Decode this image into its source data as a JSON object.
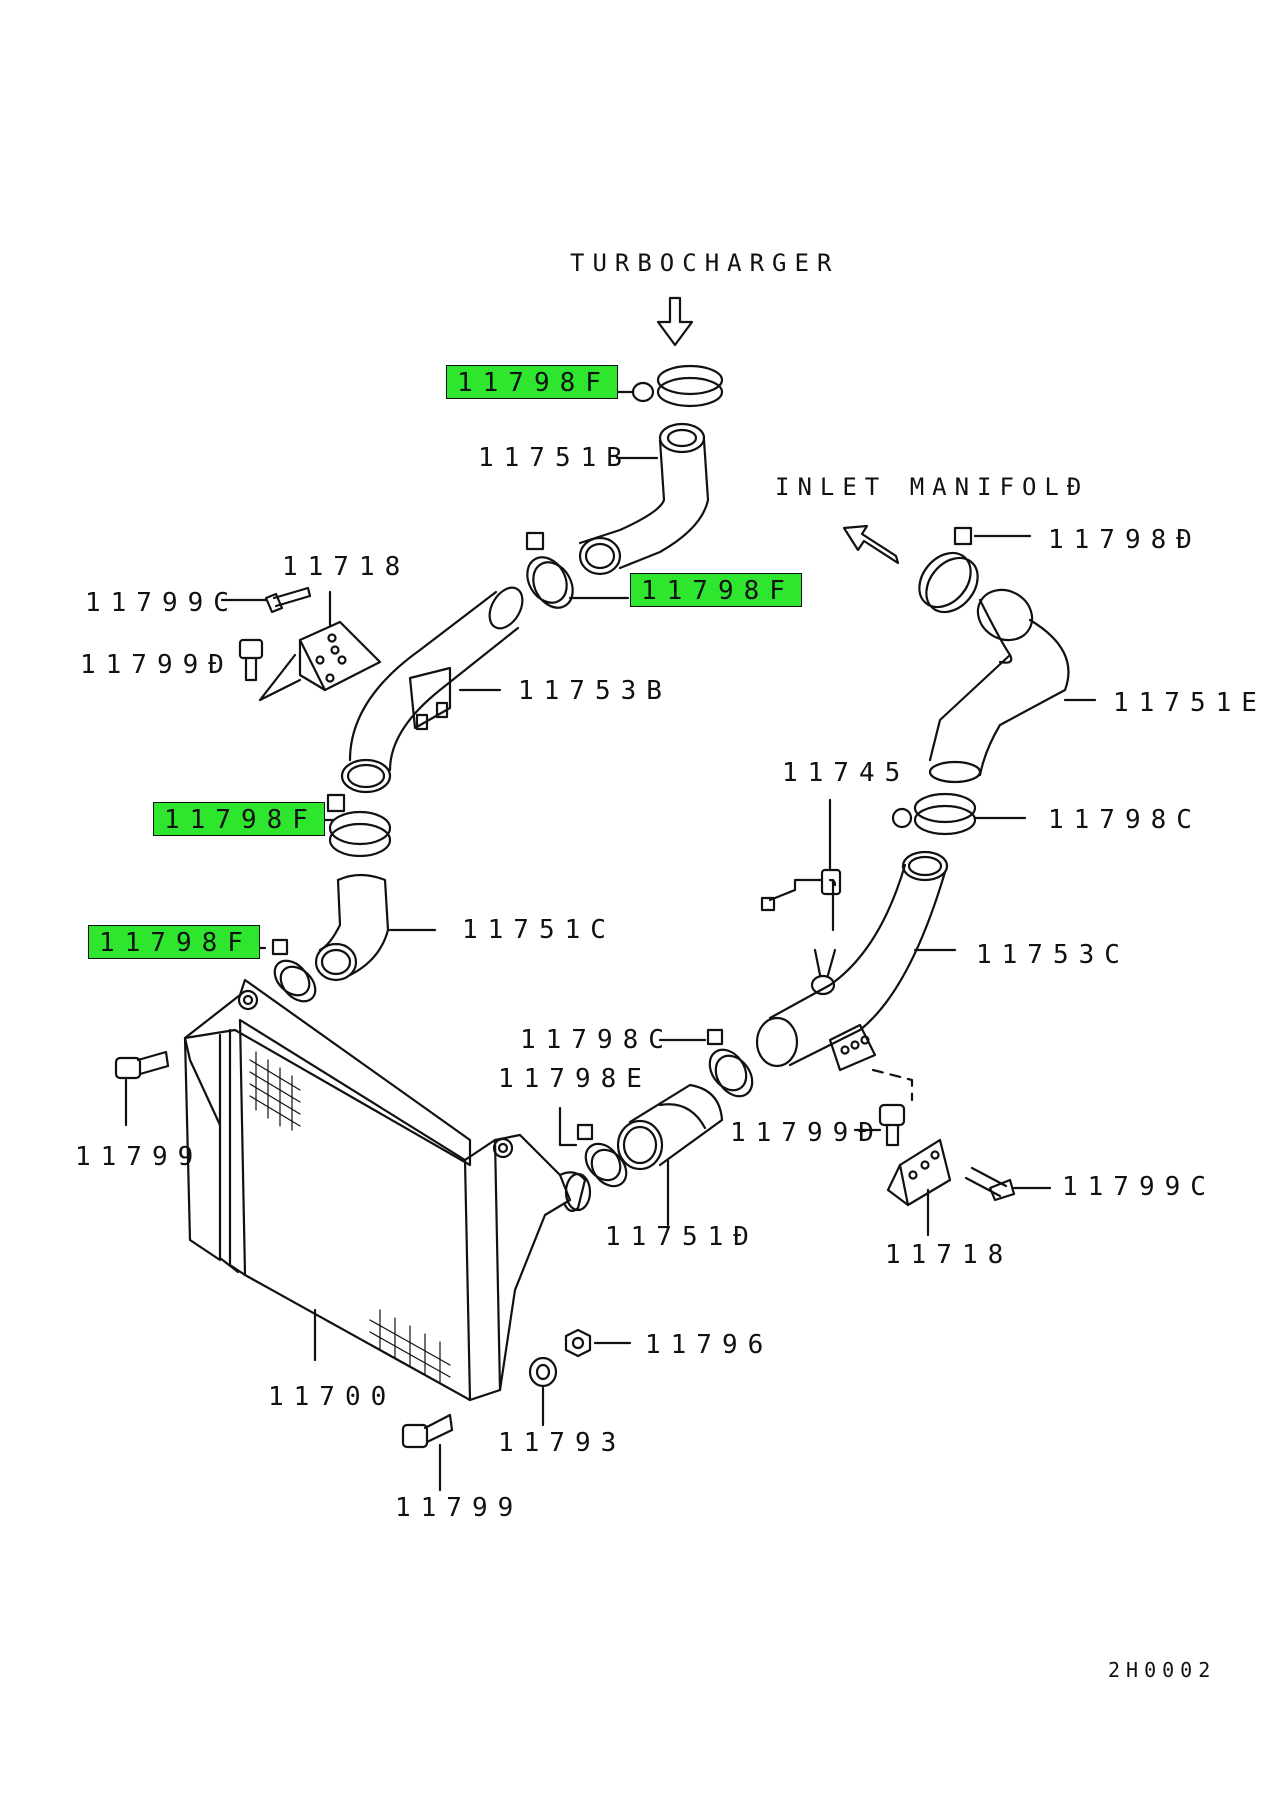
{
  "captions": {
    "turbocharger": "TURBOCHARGER",
    "inlet_manifold": "INLET MANIFOLÐ"
  },
  "parts": {
    "p11798F_top": "11798F",
    "p11798F_mid": "11798F",
    "p11798F_left": "11798F",
    "p11798F_low": "11798F",
    "p11751B": "11751B",
    "p11718_left": "11718",
    "p11799C_left": "11799C",
    "p11799D_left": "11799Ð",
    "p11753B": "11753B",
    "p11798D": "11798Ð",
    "p11751E": "11751E",
    "p11745": "11745",
    "p11798C_right": "11798C",
    "p11751C": "11751C",
    "p11753C": "11753C",
    "p11798C_center": "11798C",
    "p11798E": "11798E",
    "p11799D_right": "11799Ð",
    "p11799_left": "11799",
    "p11799C_right": "11799C",
    "p11751D": "11751Ð",
    "p11718_right": "11718",
    "p11796": "11796",
    "p11700": "11700",
    "p11793": "11793",
    "p11799_bottom": "11799"
  },
  "diagram_code": "2H0002",
  "colors": {
    "highlight": "#2ee62e",
    "line": "#111111",
    "background": "#ffffff"
  }
}
